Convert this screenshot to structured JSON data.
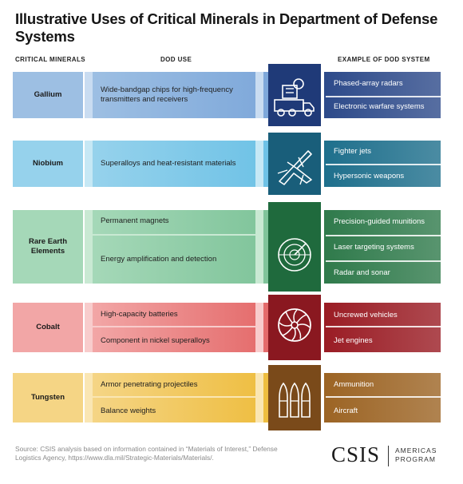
{
  "title": "Illustrative Uses of Critical Minerals in Department of Defense Systems",
  "headers": {
    "minerals": "CRITICAL MINERALS",
    "use": "DOD USE",
    "system": "EXAMPLE OF DOD SYSTEM"
  },
  "rows": [
    {
      "mineral": "Gallium",
      "uses": [
        "Wide-bandgap chips for high-frequency transmitters and receivers"
      ],
      "systems": [
        "Phased-array radars",
        "Electronic warfare systems"
      ],
      "icon": "military-truck-radar-icon",
      "colors": {
        "light": "#9dbfe3",
        "mid": "#7ea8da",
        "dark": "#2d4a8a",
        "icon": "#1f3a78",
        "strip": "#c9dcf1"
      }
    },
    {
      "mineral": "Niobium",
      "uses": [
        "Superalloys and heat-resistant materials"
      ],
      "systems": [
        "Fighter jets",
        "Hypersonic weapons"
      ],
      "icon": "fighter-jet-icon",
      "colors": {
        "light": "#96d2ec",
        "mid": "#6ec2e6",
        "dark": "#1e6f8c",
        "icon": "#195e7a",
        "strip": "#c6e8f5"
      }
    },
    {
      "mineral": "Rare Earth Elements",
      "uses": [
        "Permanent magnets",
        "Energy amplification and detection"
      ],
      "systems": [
        "Precision-guided munitions",
        "Laser targeting systems",
        "Radar and sonar"
      ],
      "icon": "radar-scope-icon",
      "colors": {
        "light": "#a5d8b8",
        "mid": "#7fc49a",
        "dark": "#2f7a4b",
        "icon": "#1f6a3d",
        "strip": "#c9e9d3"
      }
    },
    {
      "mineral": "Cobalt",
      "uses": [
        "High-capacity batteries",
        "Component in nickel superalloys"
      ],
      "systems": [
        "Uncrewed vehicles",
        "Jet engines"
      ],
      "icon": "jet-turbine-icon",
      "colors": {
        "light": "#f2a6a6",
        "mid": "#e46a6a",
        "dark": "#9a1c24",
        "icon": "#8a1820",
        "strip": "#f8cccc"
      }
    },
    {
      "mineral": "Tungsten",
      "uses": [
        "Armor penetrating projectiles",
        "Balance weights"
      ],
      "systems": [
        "Ammunition",
        "Aircraft"
      ],
      "icon": "bullets-icon",
      "colors": {
        "light": "#f5d585",
        "mid": "#eebd3f",
        "dark": "#9c6424",
        "icon": "#7a4a1a",
        "strip": "#fae6b3"
      }
    }
  ],
  "source": "Source: CSIS analysis based on information contained in “Materials of Interest,” Defense Logistics Agency, https://www.dla.mil/Strategic-Materials/Materials/.",
  "logo": {
    "name": "CSIS",
    "sub1": "AMERICAS",
    "sub2": "PROGRAM"
  }
}
